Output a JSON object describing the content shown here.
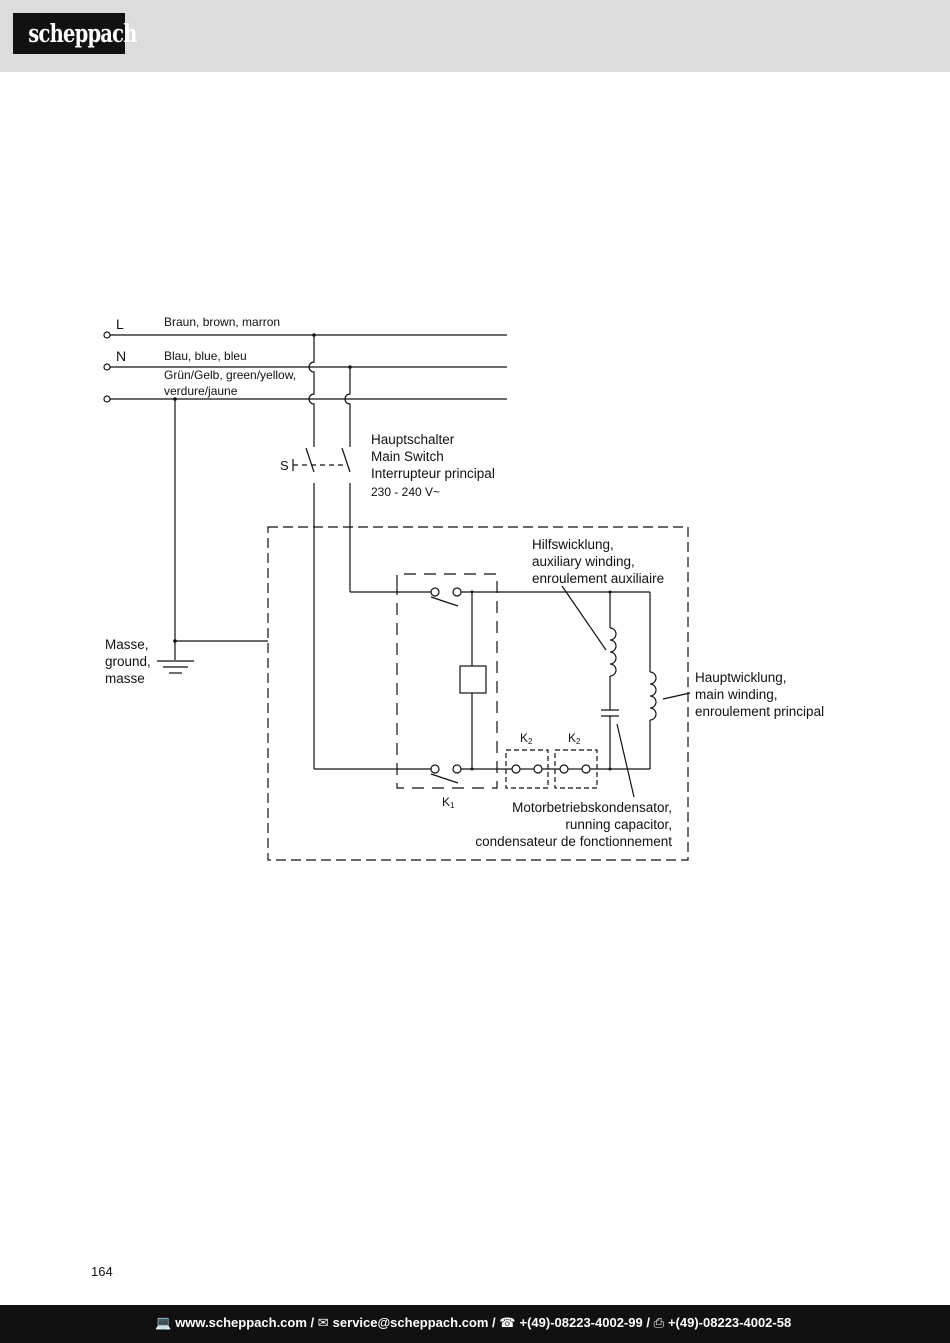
{
  "header": {
    "brand": "scheppach"
  },
  "diagram": {
    "terminals": {
      "L": "L",
      "N": "N"
    },
    "wires": {
      "L_color": "Braun, brown, marron",
      "N_color": "Blau, blue, bleu",
      "PE_color_line1": "Grün/Gelb, green/yellow,",
      "PE_color_line2": "verdure/jaune"
    },
    "switch": {
      "symbol": "S",
      "line1": "Hauptschalter",
      "line2": "Main Switch",
      "line3": "Interrupteur principal",
      "voltage": "230 - 240 V~"
    },
    "ground": {
      "line1": "Masse,",
      "line2": "ground,",
      "line3": "masse"
    },
    "aux_winding": {
      "line1": "Hilfswicklung,",
      "line2": "auxiliary winding,",
      "line3": "enroulement auxiliaire"
    },
    "main_winding": {
      "line1": "Hauptwicklung,",
      "line2": "main winding,",
      "line3": "enroulement principal"
    },
    "capacitor": {
      "line1": "Motorbetriebskondensator,",
      "line2": "running capacitor,",
      "line3": "condensateur de fonctionnement"
    },
    "contacts": {
      "k1": "K",
      "k1_sub": "1",
      "k2a": "K",
      "k2a_sub": "2",
      "k2b": "K",
      "k2b_sub": "2"
    }
  },
  "page": {
    "number": "164"
  },
  "footer": {
    "website": "www.scheppach.com",
    "email": "service@scheppach.com",
    "phone": "+(49)-08223-4002-99",
    "fax": "+(49)-08223-4002-58",
    "separator": " / ",
    "icons": [
      "computer-icon",
      "mail-icon",
      "phone-icon",
      "fax-icon"
    ]
  }
}
